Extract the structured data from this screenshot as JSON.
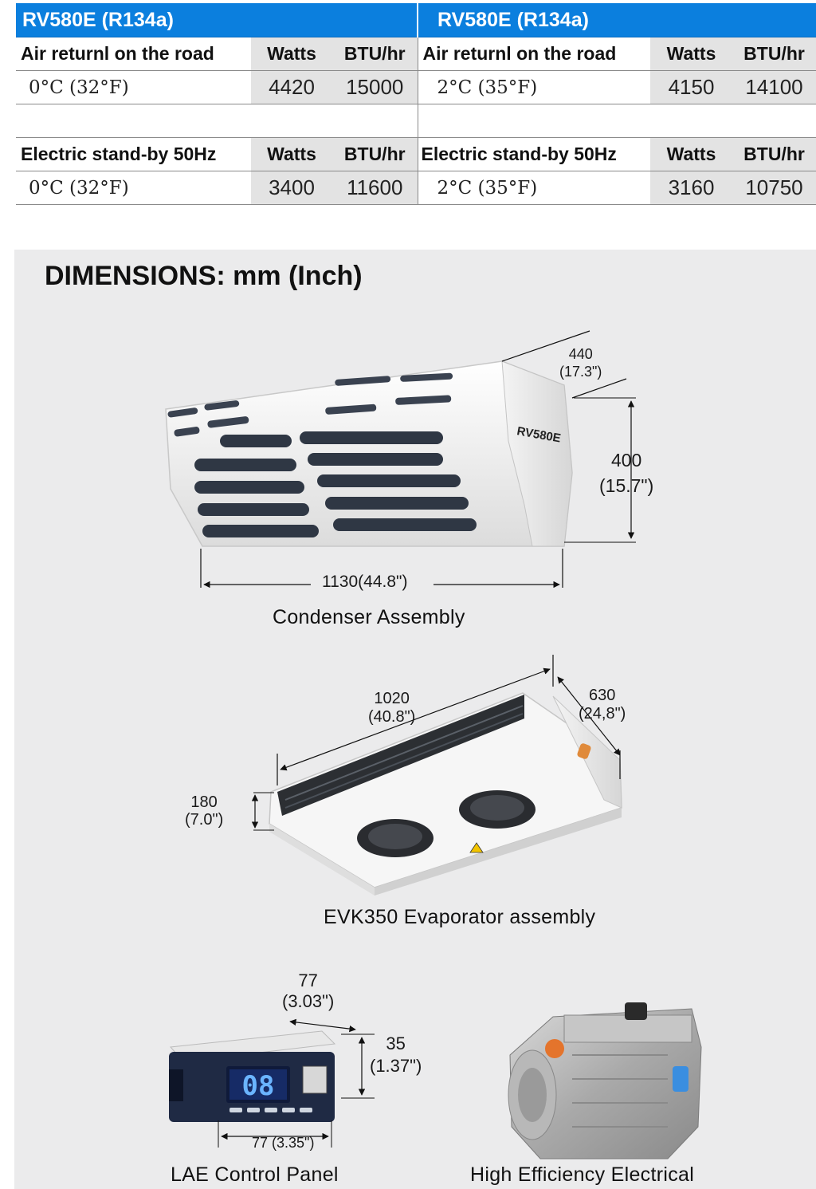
{
  "spec_table": {
    "left": {
      "model": "RV580E (R134a)",
      "road": {
        "label": "Air returnl on the road",
        "watts_header": "Watts",
        "btu_header": "BTU/hr",
        "temp": "0°C (32°F)",
        "watts": "4420",
        "btu": "15000"
      },
      "standby": {
        "label": "Electric stand-by 50Hz",
        "watts_header": "Watts",
        "btu_header": "BTU/hr",
        "temp": "0°C (32°F)",
        "watts": "3400",
        "btu": "11600"
      }
    },
    "right": {
      "model": "RV580E (R134a)",
      "road": {
        "label": "Air returnl on the road",
        "watts_header": "Watts",
        "btu_header": "BTU/hr",
        "temp": "2°C (35°F)",
        "watts": "4150",
        "btu": "14100"
      },
      "standby": {
        "label": "Electric stand-by 50Hz",
        "watts_header": "Watts",
        "btu_header": "BTU/hr",
        "temp": "2°C (35°F)",
        "watts": "3160",
        "btu": "10750"
      }
    }
  },
  "dimensions": {
    "title": "DIMENSIONS: mm (Inch)",
    "condenser": {
      "brand": "RV580E",
      "depth_mm": "440",
      "depth_in": "(17.3\")",
      "height_mm": "400",
      "height_in": "(15.7\")",
      "width": "1130(44.8\")",
      "caption": "Condenser Assembly"
    },
    "evaporator": {
      "length_mm": "1020",
      "length_in": "(40.8\")",
      "depth_mm": "630",
      "depth_in": "(24,8\")",
      "height_mm": "180",
      "height_in": "(7.0\")",
      "caption": "EVK350 Evaporator assembly"
    },
    "control_panel": {
      "display": "08",
      "top_mm": "77",
      "top_in": "(3.03\")",
      "height_mm": "35",
      "height_in": "(1.37\")",
      "bottom": "77  (3.35\")",
      "caption": "LAE Control Panel"
    },
    "compressor": {
      "caption": "High Efficiency Electrical"
    }
  }
}
